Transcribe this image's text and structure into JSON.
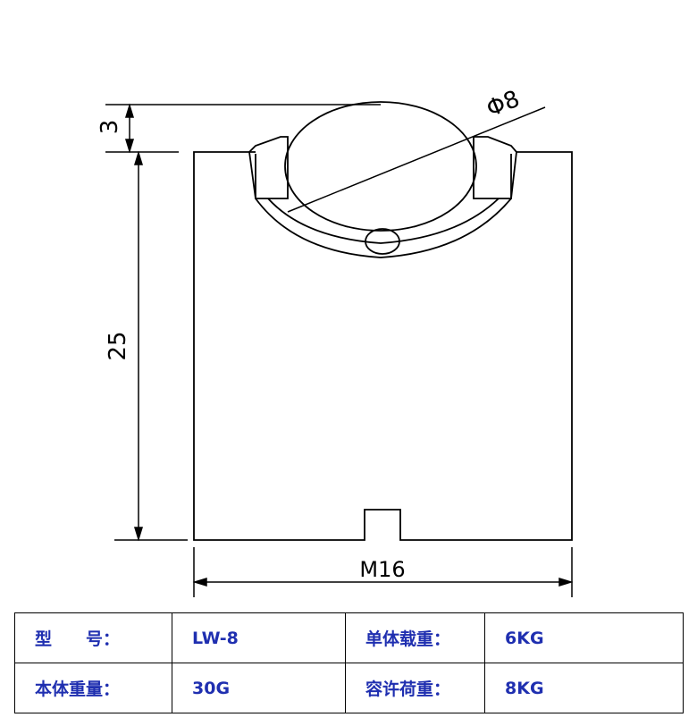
{
  "drawing": {
    "dim_top_gap": "3",
    "dim_height": "25",
    "dim_ball_diameter": "Φ8",
    "dim_thread": "M16"
  },
  "specs": {
    "rows": [
      [
        {
          "text": "型　　号："
        },
        {
          "text": "LW-8"
        },
        {
          "text": "单体载重："
        },
        {
          "text": "6KG"
        }
      ],
      [
        {
          "text": "本体重量："
        },
        {
          "text": "30G"
        },
        {
          "text": "容许荷重："
        },
        {
          "text": "8KG"
        }
      ]
    ]
  }
}
